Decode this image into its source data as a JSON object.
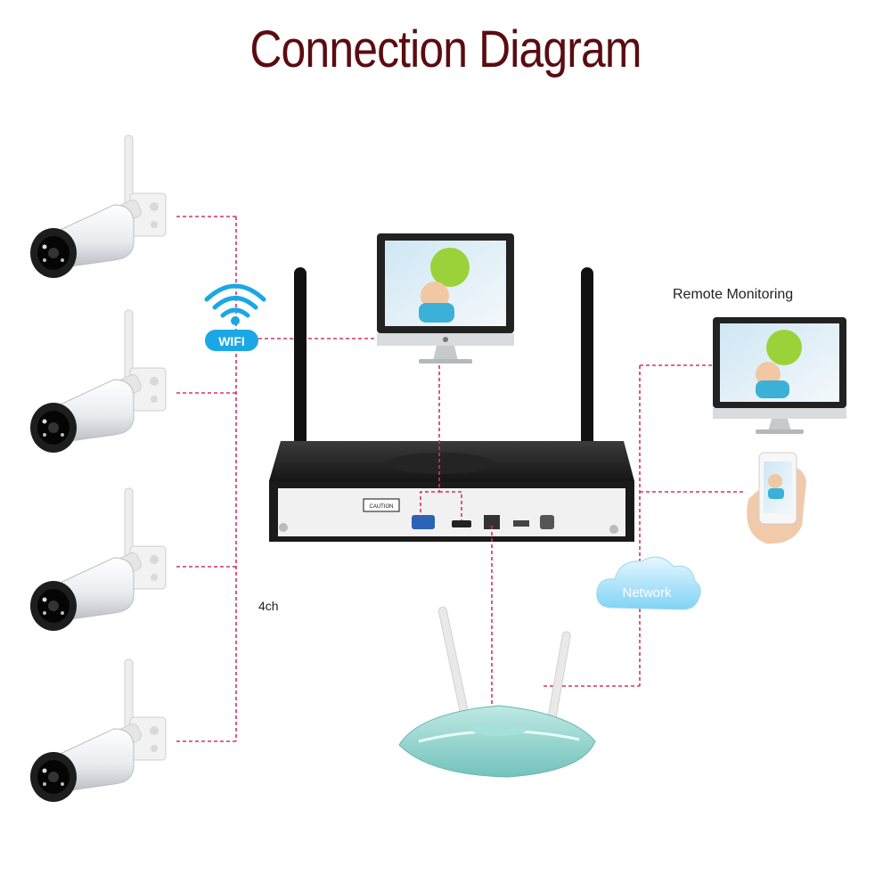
{
  "title": "Connection Diagram",
  "labels": {
    "wifi": "WIFI",
    "remote_monitoring": "Remote Monitoring",
    "network": "Network",
    "channels": "4ch",
    "caution": "CAUTION"
  },
  "colors": {
    "title": "#5a0c10",
    "wire": "#d6306c",
    "wifi_blue": "#1aa7e6",
    "router": "#8fd3cf"
  },
  "icons": [
    "ip-camera-icon",
    "wifi-icon",
    "nvr-icon",
    "monitor-icon",
    "smartphone-icon",
    "cloud-icon",
    "router-icon"
  ]
}
